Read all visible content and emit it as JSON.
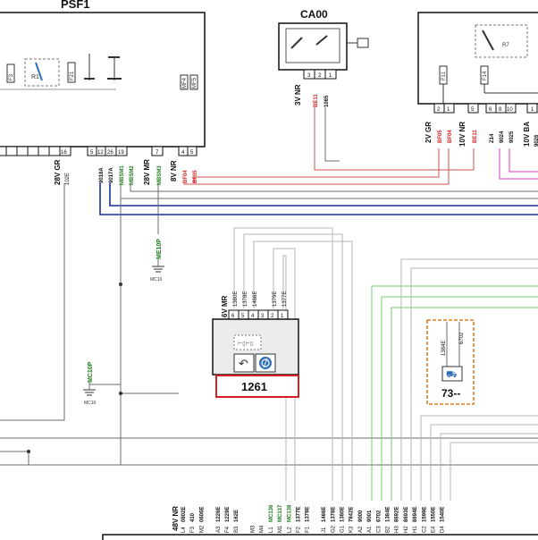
{
  "colors": {
    "wire_black": "#6e6e6e",
    "wire_gray": "#b5b5b5",
    "wire_blue": "#1a2f9c",
    "wire_red": "#d35050",
    "wire_green": "#6fcf6f",
    "wire_magenta": "#d23cc0",
    "label_red": "#d42020",
    "label_green": "#1a7a1a",
    "highlight_red": "#d42020",
    "dashed_orange": "#d9821f",
    "icon_blue": "#2f6fb5"
  },
  "modules": {
    "psf1": {
      "title": "PSF1",
      "inner_labels": [
        "F3",
        "R1",
        "F21",
        "MF4",
        "MF5"
      ],
      "connector_28v_gr": "28V GR",
      "connector_28v_gr_pin": "16",
      "wire_102e": "102E",
      "pins_group1": [
        "5",
        "12",
        "26",
        "19"
      ],
      "group1_wires": [
        "9018A",
        "9017A"
      ],
      "group1_green": [
        "MBSM1",
        "MBSM2"
      ],
      "connector_28v_mr": "28V MR",
      "pin_7": "7",
      "wire_mbsm3": "MBSM3",
      "connector_8v_nr": "8V NR",
      "pins_8v": [
        "4",
        "5"
      ],
      "wires_red_8v": [
        "BF04",
        "BF05"
      ]
    },
    "ca00": {
      "title": "CA00",
      "connector": "3V NR",
      "pins": [
        "3",
        "2",
        "1"
      ],
      "wire_red": "BE11",
      "wire_black": "1065"
    },
    "right_module": {
      "inner_labels": [
        "R7",
        "F11",
        "F14"
      ],
      "connector_2v_gr": "2V GR",
      "pins_2v": [
        "2",
        "1"
      ],
      "red_wires_2v": [
        "BF05",
        "BF04"
      ],
      "connector_10v_nr": "10V NR",
      "pin_10v": "5",
      "red_wire_10v": "BE11",
      "pins_right": [
        "6",
        "8",
        "10"
      ],
      "wires_right": [
        "Z14",
        "9024",
        "9025"
      ],
      "connector_10v_ba": "10V BA",
      "pin_right_partial": "1",
      "wire_partial": "9026"
    },
    "m1261": {
      "connector": "6V MR",
      "pins": [
        "6",
        "5",
        "4",
        "3",
        "2",
        "1"
      ],
      "wires": [
        "1380E",
        "1378E",
        "1466E",
        "1379E",
        "1377E"
      ],
      "label": "1261"
    },
    "module73": {
      "wires": [
        "1384E",
        "6702"
      ],
      "label": "73--"
    }
  },
  "grounds": {
    "me10p": {
      "label": "ME10P",
      "sub": "MC10"
    },
    "mc10p": {
      "label": "MC10P",
      "sub": "MC10"
    }
  },
  "bottom_connector": {
    "title": "48V NR",
    "wires_black": [
      "0802E",
      "410",
      "0606E"
    ],
    "pins_a": [
      "L4",
      "F3",
      "M2"
    ],
    "wires_b": [
      "1226E",
      "1229E",
      "162E"
    ],
    "pins_b": [
      "A3",
      "F4",
      "B3"
    ],
    "pins_c": [
      "M3",
      "M4"
    ],
    "wires_green": [
      "MC136",
      "MC137",
      "MC138"
    ],
    "pins_green": [
      "L1",
      "M1",
      "L2"
    ],
    "wires_d": [
      "1377E",
      "1379E"
    ],
    "pins_d": [
      "F2",
      "F1"
    ],
    "wires_e": [
      "1466E",
      "1378E",
      "1380E",
      "7842E",
      "9000",
      "9001",
      "6702",
      "1384E",
      "8692E",
      "8693E",
      "8694E",
      "1599E",
      "1550E",
      "1540E"
    ],
    "pins_e": [
      "J1",
      "G2",
      "G1",
      "K3",
      "A2",
      "A1",
      "C3",
      "B2",
      "H3",
      "H2",
      "H1",
      "C2",
      "E4",
      "D4"
    ]
  }
}
